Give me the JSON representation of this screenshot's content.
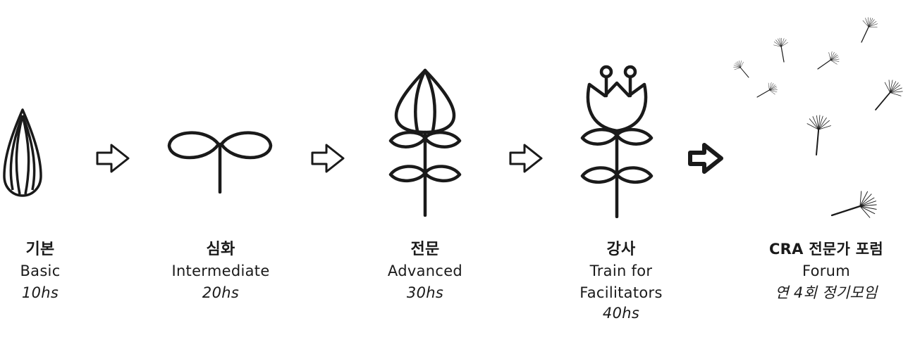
{
  "steps": [
    {
      "title": "기본",
      "subtitle": "Basic",
      "hours": "10hs",
      "icon": "seed-icon"
    },
    {
      "title": "심화",
      "subtitle": "Intermediate",
      "hours": "20hs",
      "icon": "sprout-icon"
    },
    {
      "title": "전문",
      "subtitle": "Advanced",
      "hours": "30hs",
      "icon": "flower-bud-icon"
    },
    {
      "title": "강사",
      "subtitle": "Train for Facilitators",
      "hours": "40hs",
      "icon": "tulip-icon"
    },
    {
      "title": "CRA 전문가 포럼",
      "subtitle": "Forum",
      "hours": "연 4회 정기모임",
      "icon": "dandelion-seeds-icon"
    }
  ],
  "connectors": [
    "arrow-right-icon",
    "arrow-right-icon",
    "arrow-right-icon",
    "arrow-right-bold-icon"
  ],
  "colors": {
    "ink": "#1a1a1a",
    "background": "#ffffff"
  }
}
